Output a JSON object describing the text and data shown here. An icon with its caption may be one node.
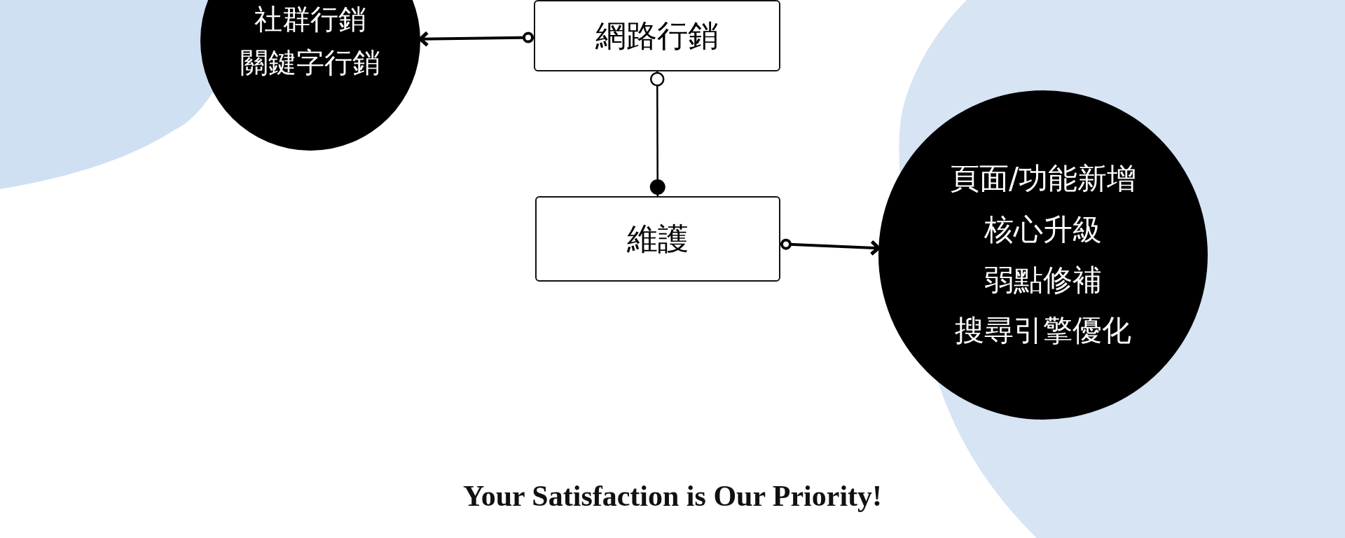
{
  "diagram": {
    "caption": "Your Satisfaction is Our Priority!",
    "nodes": [
      {
        "text": [
          "社群行銷",
          "關鍵字行銷"
        ]
      },
      {
        "text": [
          "網路行銷"
        ]
      },
      {
        "text": [
          "維護"
        ]
      },
      {
        "text": [
          "頁面/功能新增",
          "核心升級",
          "弱點修補",
          "搜尋引擎優化"
        ]
      }
    ],
    "edges": [
      {
        "from": 1,
        "to": 0,
        "arrow": "to"
      },
      {
        "from": 1,
        "to": 2,
        "arrow": "other"
      },
      {
        "from": 2,
        "to": 3,
        "arrow": "to"
      }
    ]
  }
}
